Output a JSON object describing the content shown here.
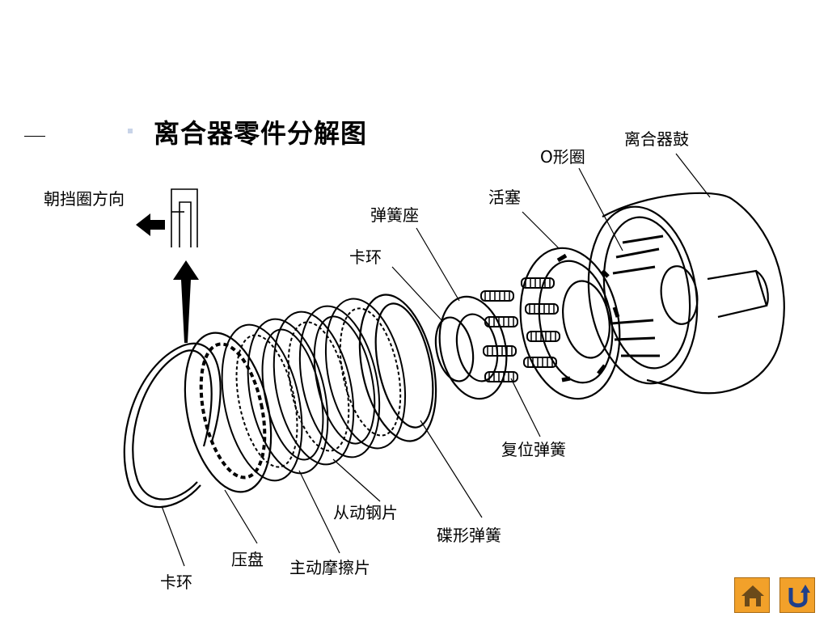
{
  "title": "离合器零件分解图",
  "labels": {
    "direction": "朝挡圈方向",
    "clutch_drum": "离合器鼓",
    "o_ring": "O形圈",
    "piston": "活塞",
    "spring_seat": "弹簧座",
    "snap_ring_top": "卡环",
    "return_spring": "复位弹簧",
    "disc_spring": "碟形弹簧",
    "steel_plate": "从动钢片",
    "friction_plate": "主动摩擦片",
    "pressure_plate": "压盘",
    "snap_ring_bottom": "卡环"
  },
  "nav": {
    "home_icon": "home-icon",
    "return_icon": "return-icon",
    "accent": "#f2a12a"
  }
}
